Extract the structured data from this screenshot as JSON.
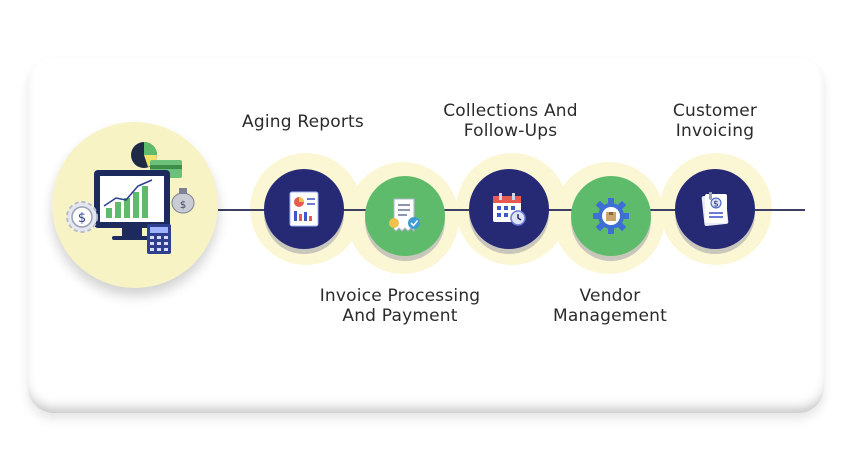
{
  "steps": [
    {
      "label_line1": "Aging Reports",
      "label_line2": "",
      "icon": "report-chart-icon",
      "color": "#262a74"
    },
    {
      "label_line1": "Invoice Processing",
      "label_line2": "And Payment",
      "icon": "receipt-check-icon",
      "color": "#5fbb6c"
    },
    {
      "label_line1": "Collections And",
      "label_line2": "Follow-Ups",
      "icon": "calendar-clock-icon",
      "color": "#262a74"
    },
    {
      "label_line1": "Vendor",
      "label_line2": "Management",
      "icon": "gear-box-icon",
      "color": "#5fbb6c"
    },
    {
      "label_line1": "Customer",
      "label_line2": "Invoicing",
      "icon": "invoice-dollar-icon",
      "color": "#262a74"
    }
  ],
  "hero": {
    "icon": "accounting-computer-icon",
    "currency_symbol": "$"
  },
  "colors": {
    "navy": "#262a74",
    "green": "#5fbb6c",
    "halo": "#fbf7d4",
    "line": "#3a3f63"
  }
}
